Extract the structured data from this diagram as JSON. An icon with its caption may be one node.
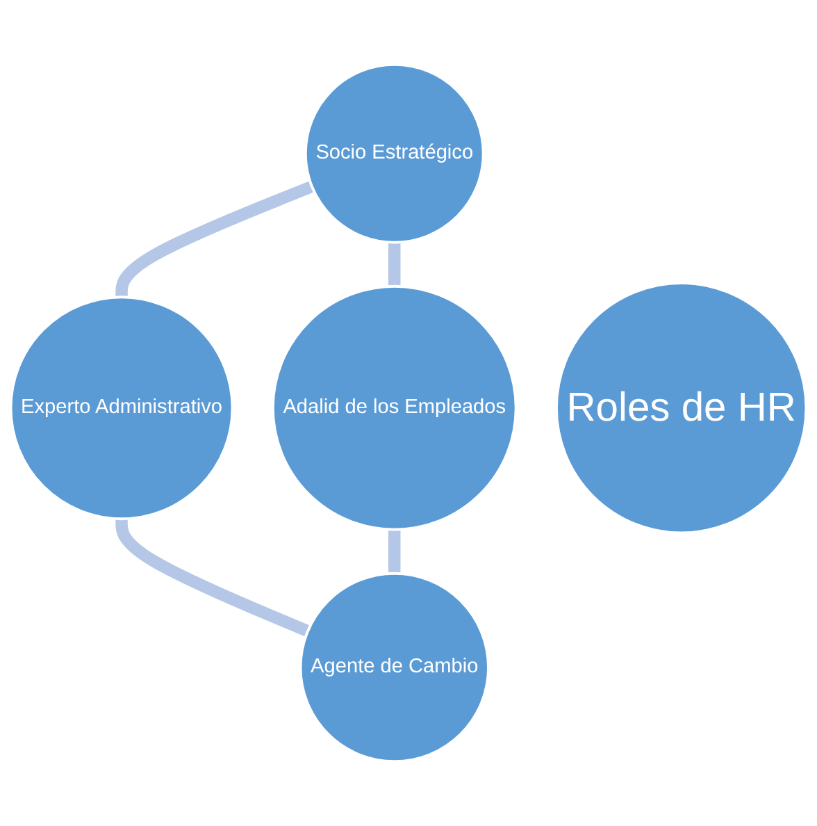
{
  "diagram": {
    "nodes": [
      {
        "text": [
          "Socio Estratégico"
        ]
      },
      {
        "text": [
          "Adalid de los Empleados"
        ]
      },
      {
        "text": [
          "Roles de HR"
        ]
      },
      {
        "text": [
          "Experto Administrativo"
        ]
      },
      {
        "text": [
          "Agente de Cambio"
        ]
      }
    ],
    "edges": [
      {
        "from": 0,
        "to": 3,
        "arrow": "none"
      },
      {
        "from": 0,
        "to": 1,
        "arrow": "none"
      },
      {
        "from": 3,
        "to": 4,
        "arrow": "none"
      },
      {
        "from": 1,
        "to": 4,
        "arrow": "none"
      }
    ]
  }
}
